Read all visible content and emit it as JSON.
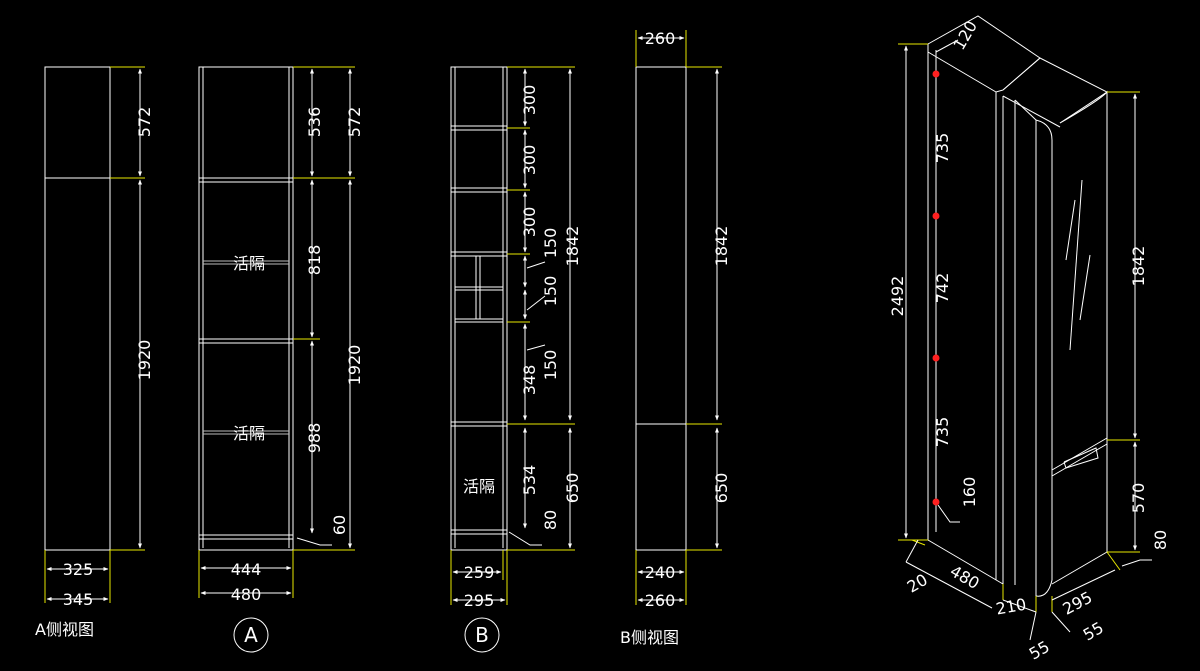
{
  "colors": {
    "background": "#000000",
    "lines": "#ffffff",
    "extension": "#e8e800",
    "marker": "#ff2020"
  },
  "viewA_side": {
    "caption": "A侧视图",
    "dims": {
      "top": "572",
      "total": "1920",
      "inner_width": "325",
      "outer_width": "345"
    }
  },
  "viewA": {
    "circle_label": "A",
    "partition_labels": [
      "活隔",
      "活隔"
    ],
    "dims": {
      "top_inner": "536",
      "top_outer": "572",
      "mid": "818",
      "total": "1920",
      "lower": "988",
      "plinth": "60",
      "inner_width": "444",
      "outer_width": "480"
    }
  },
  "viewB": {
    "circle_label": "B",
    "partition_label": "活隔",
    "dims": {
      "shelf1": "300",
      "shelf2": "300",
      "shelf3": "300",
      "cubby1": "150",
      "cubby2": "150",
      "cubby3": "150",
      "gap": "348",
      "total": "1842",
      "lower": "534",
      "lower_total": "650",
      "plinth": "80",
      "inner_width": "259",
      "outer_width": "295"
    }
  },
  "viewB_side": {
    "caption": "B侧视图",
    "dims": {
      "top_width": "260",
      "total": "1842",
      "lower": "650",
      "inner_width": "240",
      "outer_width": "260"
    }
  },
  "iso": {
    "dims": {
      "top": "120",
      "hinge1": "735",
      "hinge2": "742",
      "hinge3": "735",
      "hinge_bottom": "160",
      "height": "2492",
      "right_height": "1842",
      "right_lower": "570",
      "right_plinth": "80",
      "depth_a": "20",
      "width_a": "480",
      "depth_b": "210",
      "width_b": "295",
      "side_a": "55",
      "side_b": "55"
    }
  }
}
